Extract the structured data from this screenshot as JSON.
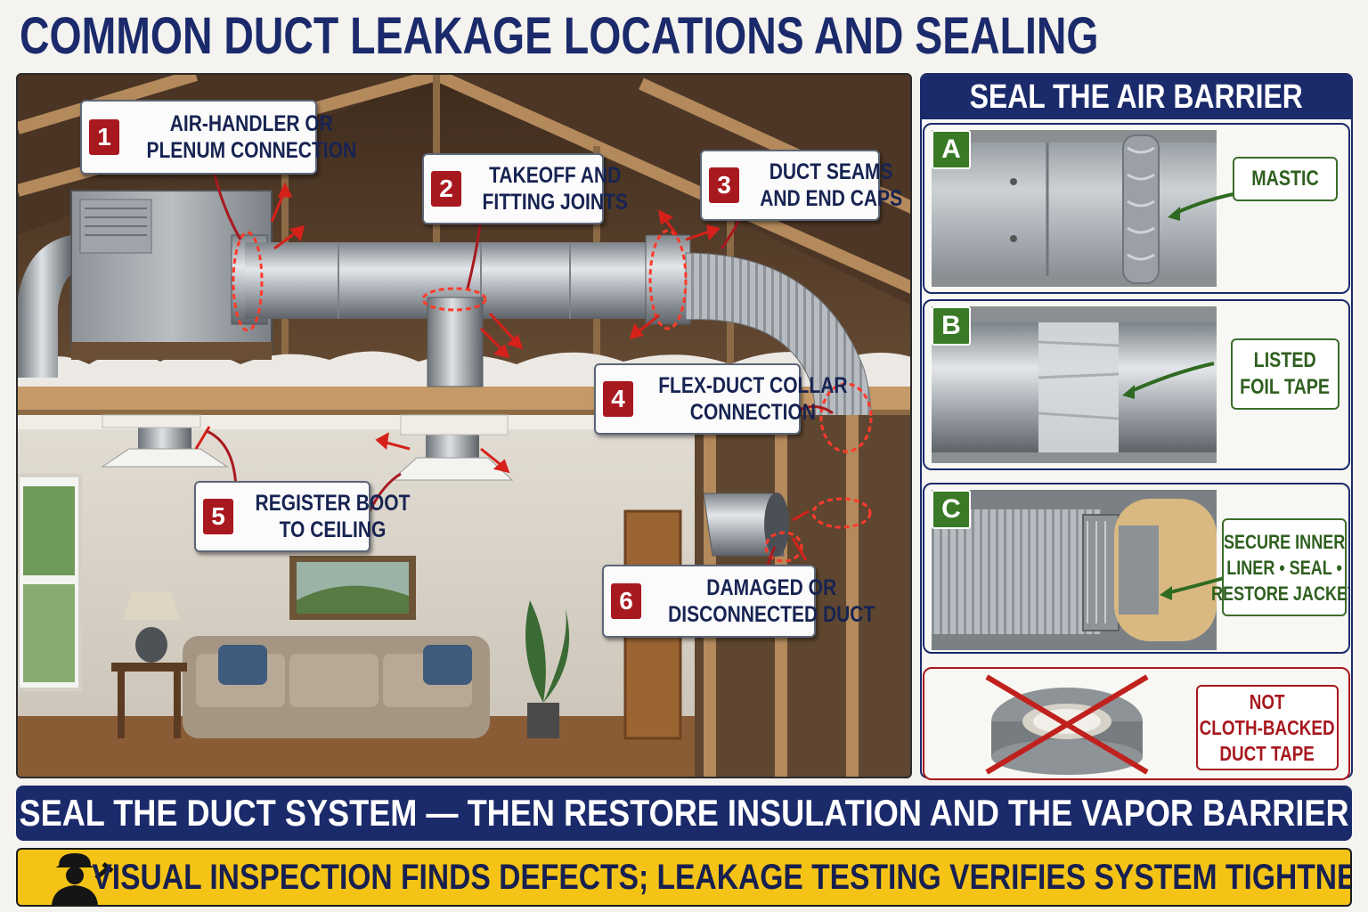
{
  "title": "COMMON DUCT LEAKAGE LOCATIONS AND SEALING",
  "callouts": [
    {
      "num": "1",
      "line1": "AIR-HANDLER OR",
      "line2": "PLENUM CONNECTION"
    },
    {
      "num": "2",
      "line1": "TAKEOFF AND",
      "line2": "FITTING JOINTS"
    },
    {
      "num": "3",
      "line1": "DUCT SEAMS",
      "line2": "AND END CAPS"
    },
    {
      "num": "4",
      "line1": "FLEX-DUCT COLLAR",
      "line2": "CONNECTION"
    },
    {
      "num": "5",
      "line1": "REGISTER BOOT",
      "line2": "TO CEILING"
    },
    {
      "num": "6",
      "line1": "DAMAGED OR",
      "line2": "DISCONNECTED DUCT"
    }
  ],
  "panel": {
    "heading": "SEAL THE AIR BARRIER",
    "methods": [
      {
        "letter": "A",
        "lines": [
          "MASTIC"
        ]
      },
      {
        "letter": "B",
        "lines": [
          "LISTED",
          "FOIL TAPE"
        ]
      },
      {
        "letter": "C",
        "lines": [
          "SECURE INNER",
          "LINER • SEAL •",
          "RESTORE JACKET"
        ]
      }
    ],
    "avoid": {
      "lines": [
        "NOT",
        "CLOTH-BACKED",
        "DUCT TAPE"
      ]
    }
  },
  "banner_main": "SEAL THE DUCT SYSTEM — THEN RESTORE INSULATION AND THE VAPOR BARRIER",
  "banner_note": "VISUAL INSPECTION FINDS DEFECTS; LEAKAGE TESTING VERIFIES SYSTEM TIGHTNESS.",
  "icons": {
    "worker": "worker-with-wrench-icon"
  },
  "colors": {
    "navy": "#1b2a6b",
    "red": "#a8191f",
    "green": "#3a7a27",
    "yellow": "#f5c316"
  }
}
